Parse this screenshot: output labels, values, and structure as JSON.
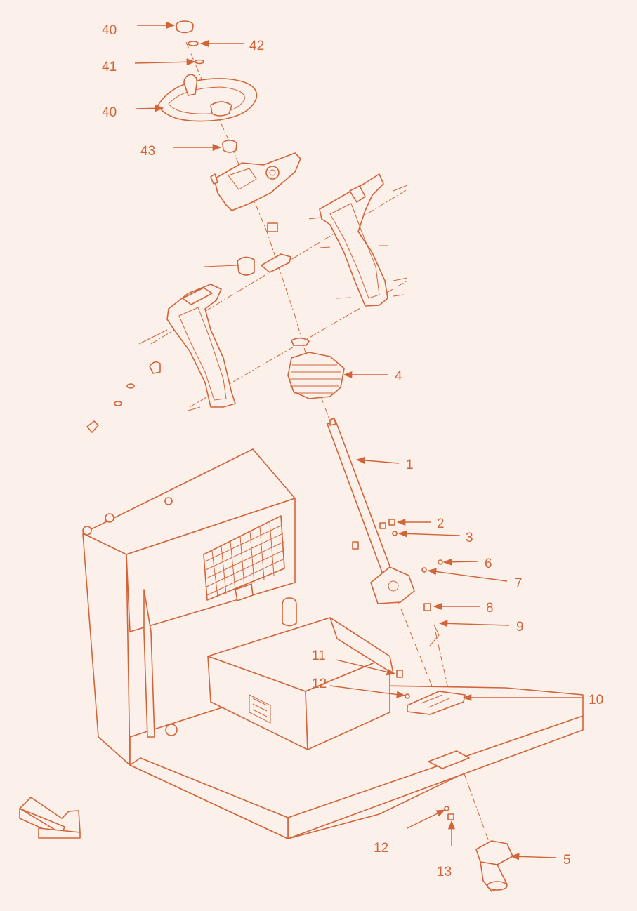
{
  "colors": {
    "accent": "#d2643a",
    "background": "#fbf1ea"
  },
  "callouts": [
    {
      "id": "c40a",
      "text": "40"
    },
    {
      "id": "c42",
      "text": "42"
    },
    {
      "id": "c41",
      "text": "41"
    },
    {
      "id": "c40b",
      "text": "40"
    },
    {
      "id": "c43",
      "text": "43"
    },
    {
      "id": "c4",
      "text": "4"
    },
    {
      "id": "c1",
      "text": "1"
    },
    {
      "id": "c2",
      "text": "2"
    },
    {
      "id": "c3",
      "text": "3"
    },
    {
      "id": "c6",
      "text": "6"
    },
    {
      "id": "c7",
      "text": "7"
    },
    {
      "id": "c8",
      "text": "8"
    },
    {
      "id": "c9",
      "text": "9"
    },
    {
      "id": "c11",
      "text": "11"
    },
    {
      "id": "c12a",
      "text": "12"
    },
    {
      "id": "c10",
      "text": "10"
    },
    {
      "id": "c12b",
      "text": "12"
    },
    {
      "id": "c13",
      "text": "13"
    },
    {
      "id": "c5",
      "text": "5"
    }
  ],
  "icons": {
    "direction": "front-direction-arrow-icon"
  }
}
